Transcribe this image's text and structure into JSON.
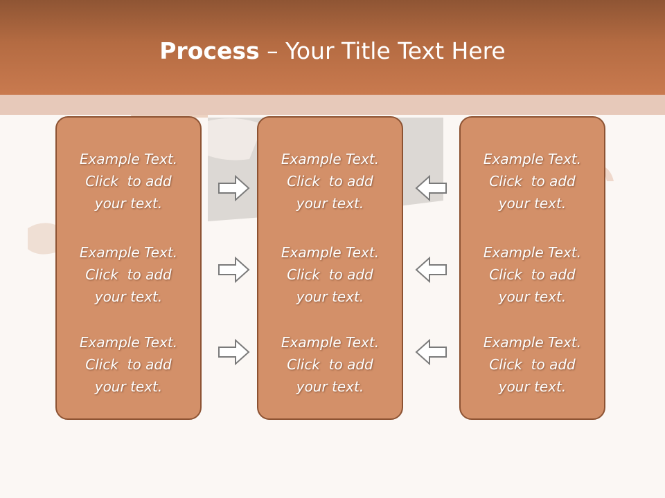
{
  "header": {
    "title_bold": "Process",
    "title_rest": " – Your Title Text Here"
  },
  "columns": [
    {
      "items": [
        "Example Text.\nClick  to add\nyour text.",
        "Example Text.\nClick  to add\nyour text.",
        "Example Text.\nClick  to add\nyour text."
      ]
    },
    {
      "items": [
        "Example Text.\nClick  to add\nyour text.",
        "Example Text.\nClick  to add\nyour text.",
        "Example Text.\nClick  to add\nyour text."
      ]
    },
    {
      "items": [
        "Example Text.\nClick  to add\nyour text.",
        "Example Text.\nClick  to add\nyour text.",
        "Example Text.\nClick  to add\nyour text."
      ]
    }
  ],
  "arrows": {
    "left_group": [
      "arrow-right-icon",
      "arrow-right-icon",
      "arrow-right-icon"
    ],
    "right_group": [
      "arrow-left-icon",
      "arrow-left-icon",
      "arrow-left-icon"
    ]
  },
  "colors": {
    "header": "#b46b42",
    "band": "#e7c9ba",
    "box_fill": "#d39069",
    "box_border": "#8c5232",
    "text": "#ffffff",
    "arrow_stroke": "#7a7a7a"
  }
}
